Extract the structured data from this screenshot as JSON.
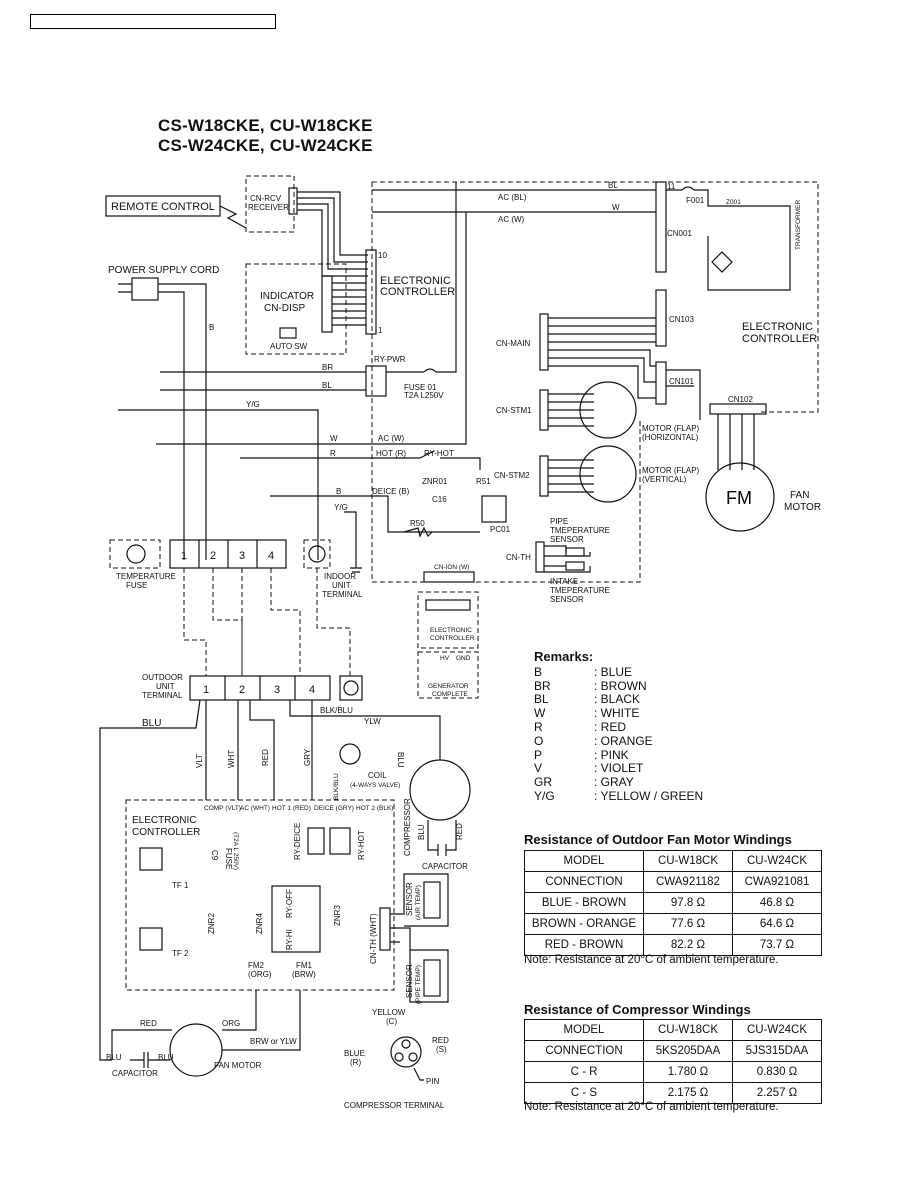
{
  "header": {
    "title_line1": "CS-W18CKE, CU-W18CKE",
    "title_line2": "CS-W24CKE, CU-W24CKE"
  },
  "indoor": {
    "remote_control": "REMOTE CONTROL",
    "cn_rcv": "CN-RCV",
    "receiver": "RECEIVER",
    "power_supply_cord": "POWER SUPPLY CORD",
    "indicator": "INDICATOR",
    "cn_disp": "CN-DISP",
    "auto_sw": "AUTO SW",
    "electronic_controller": "ELECTRONIC",
    "electronic_controller2": "CONTROLLER",
    "ry_pwr": "RY-PWR",
    "fuse": "FUSE  01",
    "fuse_rating": "T2A L250V",
    "ac_bl": "AC (BL)",
    "ac_w": "AC (W)",
    "ac_w2": "AC (W)",
    "hot_r": "HOT (R)",
    "ry_hot": "RY-HOT",
    "deice_b": "DEICE (B)",
    "znr01": "ZNR01",
    "c16": "C16",
    "r50": "R50",
    "r51": "R51",
    "pc01": "PC01",
    "cn_stm2": "CN-STM2",
    "cn_stm1": "CN-STM1",
    "cn_main": "CN-MAIN",
    "cn_th": "CN-TH",
    "cn_ion": "CN-ION (W)",
    "cn001": "CN001",
    "cn101": "CN101",
    "cn102": "CN102",
    "cn103": "CN103",
    "f001": "F001",
    "z001": "Z001",
    "transformer": "TRANSFORMER",
    "ctrl_right1": "ELECTRONIC",
    "ctrl_right2": "CONTROLLER",
    "motor_flap_h": "MOTOR (FLAP)",
    "horizontal": "(HORIZONTAL)",
    "motor_flap_v": "MOTOR (FLAP)",
    "vertical": "(VERTICAL)",
    "fm": "FM",
    "fan_motor1": "FAN",
    "fan_motor2": "MOTOR",
    "pipe_sensor1": "PIPE",
    "pipe_sensor2": "TMEPERATURE",
    "pipe_sensor3": "SENSOR",
    "intake_sensor1": "INTAKE",
    "intake_sensor2": "TMEPERATURE",
    "intake_sensor3": "SENSOR",
    "temperature_fuse1": "TEMPERATURE",
    "temperature_fuse2": "FUSE",
    "indoor_terminal1": "INDOOR",
    "indoor_terminal2": "UNIT",
    "indoor_terminal3": "TERMINAL",
    "ion_ctrl1": "ELECTRONIC",
    "ion_ctrl2": "CONTROLLER",
    "generator1": "GENERATOR",
    "generator2": "COMPLETE",
    "hv": "HV",
    "gnd": "GND",
    "wire_bl": "BL",
    "wire_w": "W",
    "wire_br": "BR",
    "wire_bl2": "BL",
    "wire_yg": "Y/G",
    "wire_w2": "W",
    "wire_r": "R",
    "wire_b": "B",
    "wire_b2": "B",
    "wire_yg2": "Y/G"
  },
  "terminals": [
    "1",
    "2",
    "3",
    "4"
  ],
  "outdoor": {
    "outdoor_terminal1": "OUTDOOR",
    "outdoor_terminal2": "UNIT",
    "outdoor_terminal3": "TERMINAL",
    "blu": "BLU",
    "blk_blu": "BLK/BLU",
    "ylw": "YLW",
    "vlt": "VLT",
    "wht": "WHT",
    "red": "RED",
    "gry": "GRY",
    "blu2": "BLU",
    "blk_blu2": "BLK/BLU",
    "coil": "COIL",
    "four_way": "(4-WAYS VALVE)",
    "comp_vlt": "COMP (VLT)",
    "ac_wht": "AC (WHT)",
    "hot1_red": "HOT 1 (RED)",
    "deice_gry": "DEICE (GRY)",
    "hot2_blk": "HOT 2 (BLK)",
    "ctrl1": "ELECTRONIC",
    "ctrl2": "CONTROLLER",
    "fuse_out": "FUSE",
    "fuse_out_rating": "(T2A L 250V)",
    "c9": "C9",
    "tf1": "TF 1",
    "tf2": "TF 2",
    "znr2": "ZNR2",
    "znr3": "ZNR3",
    "znr4": "ZNR4",
    "ry_deice": "RY-DEICE",
    "ry_hot": "RY-HOT",
    "ry_off": "RY-OFF",
    "ry_hi": "RY-HI",
    "fm2": "FM2",
    "org_paren": "(ORG)",
    "fm1": "FM1",
    "brw_paren": "(BRW)",
    "cn_th_wht": "CN-TH (WHT)",
    "sensor_air": "SENSOR",
    "air_temp": "(AIR TEMP)",
    "sensor_pipe": "SENSOR",
    "pipe_temp": "(PIPE TEMP)",
    "compressor": "COMPRESSOR",
    "capacitor": "CAPACITOR",
    "blu3": "BLU",
    "red2": "RED",
    "red3": "RED",
    "org": "ORG",
    "brw_ylw": "BRW or YLW",
    "blu4": "BLU",
    "blu5": "BLU",
    "capacitor2": "CAPACITOR",
    "fan_motor": "FAN MOTOR",
    "yellow": "YELLOW",
    "c": "(C)",
    "red_s": "RED",
    "s": "(S)",
    "blue": "BLUE",
    "r": "(R)",
    "pin": "PIN",
    "compressor_terminal": "COMPRESSOR TERMINAL"
  },
  "remarks": {
    "heading": "Remarks:",
    "items": [
      {
        "code": "B",
        "name": ": BLUE"
      },
      {
        "code": "BR",
        "name": ": BROWN"
      },
      {
        "code": "BL",
        "name": ": BLACK"
      },
      {
        "code": "W",
        "name": ": WHITE"
      },
      {
        "code": "R",
        "name": ": RED"
      },
      {
        "code": "O",
        "name": ": ORANGE"
      },
      {
        "code": "P",
        "name": ": PINK"
      },
      {
        "code": "V",
        "name": ": VIOLET"
      },
      {
        "code": "GR",
        "name": ": GRAY"
      },
      {
        "code": "Y/G",
        "name": ": YELLOW / GREEN"
      }
    ]
  },
  "fan_table": {
    "title": "Resistance of Outdoor Fan Motor Windings",
    "headers": [
      "MODEL",
      "CU-W18CK",
      "CU-W24CK"
    ],
    "rows": [
      [
        "CONNECTION",
        "CWA921182",
        "CWA921081"
      ],
      [
        "BLUE - BROWN",
        "97.8 Ω",
        "46.8 Ω"
      ],
      [
        "BROWN - ORANGE",
        "77.6 Ω",
        "64.6 Ω"
      ],
      [
        "RED - BROWN",
        "82.2 Ω",
        "73.7 Ω"
      ]
    ],
    "note": "Note: Resistance at 20°C of ambient temperature."
  },
  "comp_table": {
    "title": "Resistance of Compressor Windings",
    "headers": [
      "MODEL",
      "CU-W18CK",
      "CU-W24CK"
    ],
    "rows": [
      [
        "CONNECTION",
        "5KS205DAA",
        "5JS315DAA"
      ],
      [
        "C - R",
        "1.780 Ω",
        "0.830 Ω"
      ],
      [
        "C - S",
        "2.175 Ω",
        "2.257 Ω"
      ]
    ],
    "note": "Note: Resistance at 20°C of ambient temperature."
  }
}
